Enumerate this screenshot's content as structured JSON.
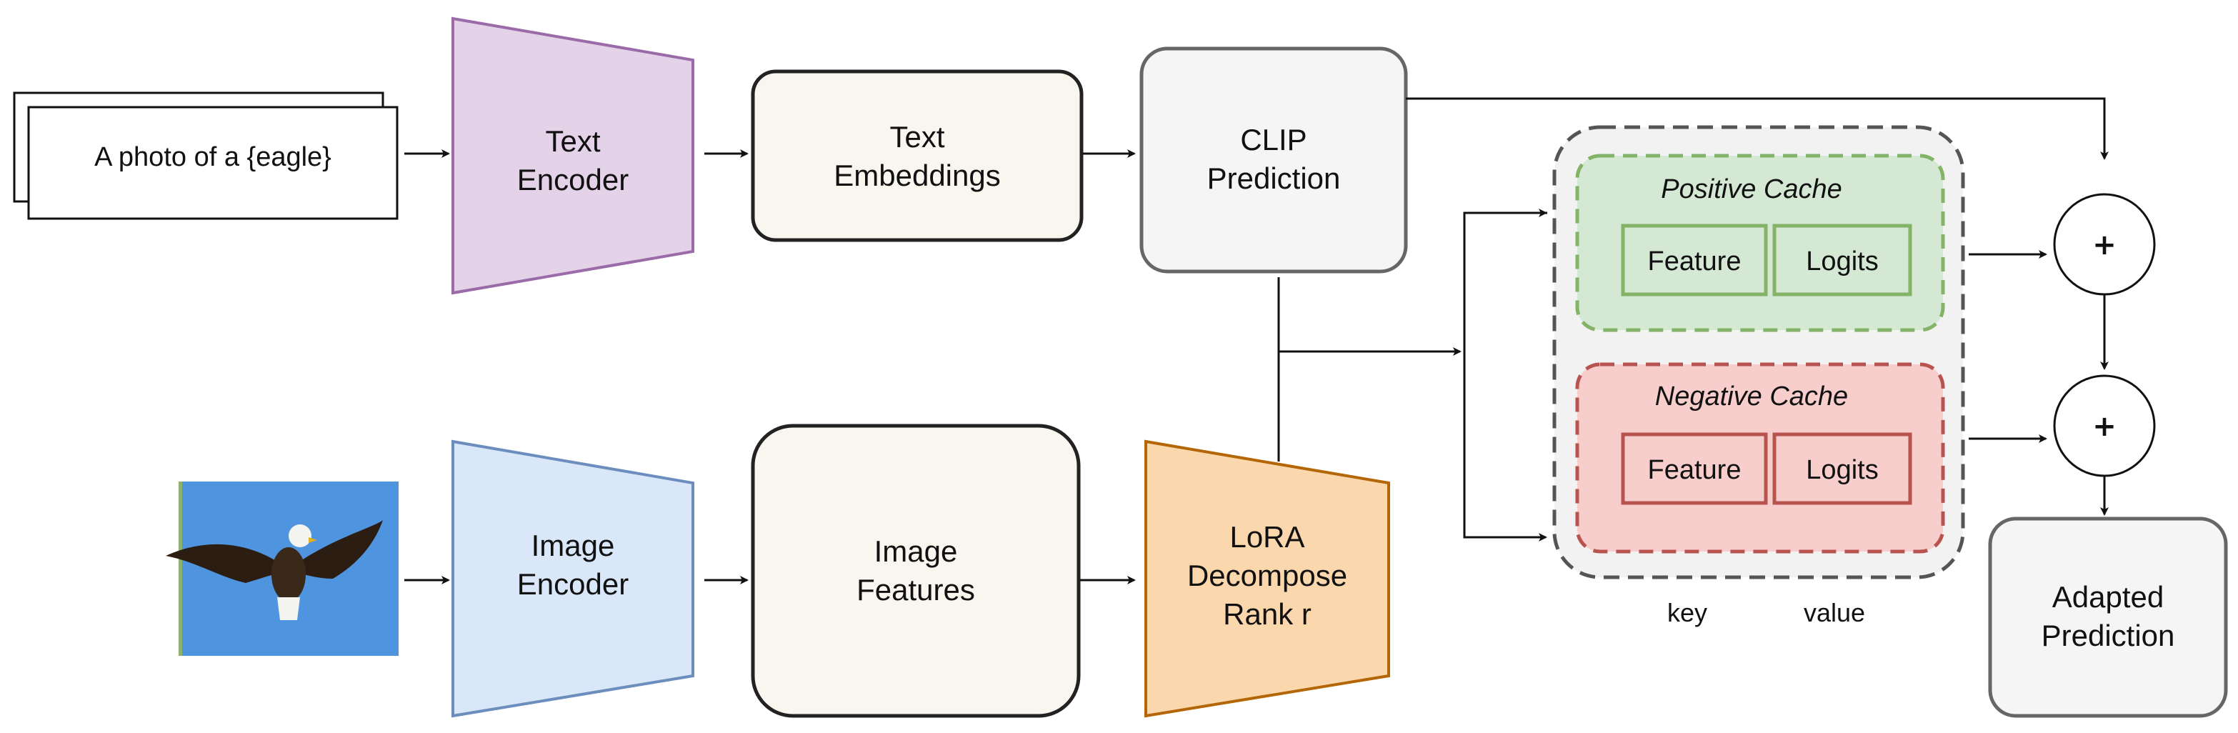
{
  "text_prompt": "A photo of a {eagle}",
  "text_encoder": [
    "Text",
    "Encoder"
  ],
  "text_embeddings": [
    "Text",
    "Embeddings"
  ],
  "clip_prediction": [
    "CLIP",
    "Prediction"
  ],
  "image_encoder": [
    "Image",
    "Encoder"
  ],
  "image_features": [
    "Image",
    "Features"
  ],
  "lora": [
    "LoRA",
    "Decompose",
    "Rank r"
  ],
  "positive_cache": {
    "title": "Positive Cache",
    "feature": "Feature",
    "logits": "Logits"
  },
  "negative_cache": {
    "title": "Negative Cache",
    "feature": "Feature",
    "logits": "Logits"
  },
  "key_label": "key",
  "value_label": "value",
  "plus_top": "+",
  "plus_bottom": "+",
  "adapted_prediction": [
    "Adapted",
    "Prediction"
  ],
  "colors": {
    "text_encoder_fill": "#e3d2e8",
    "text_encoder_stroke": "#9b6aa8",
    "image_encoder_fill": "#d9e7f8",
    "image_encoder_stroke": "#6c8ebf",
    "lora_fill": "#fad7ac",
    "lora_stroke": "#b46504",
    "neutral_fill": "#f8f6ee",
    "clip_fill": "#f5f5f5",
    "positive_fill": "#d5e8d4",
    "positive_stroke": "#82b366",
    "negative_fill": "#f8cecc",
    "negative_stroke": "#b85450",
    "cache_fill": "#f2f2f2"
  }
}
